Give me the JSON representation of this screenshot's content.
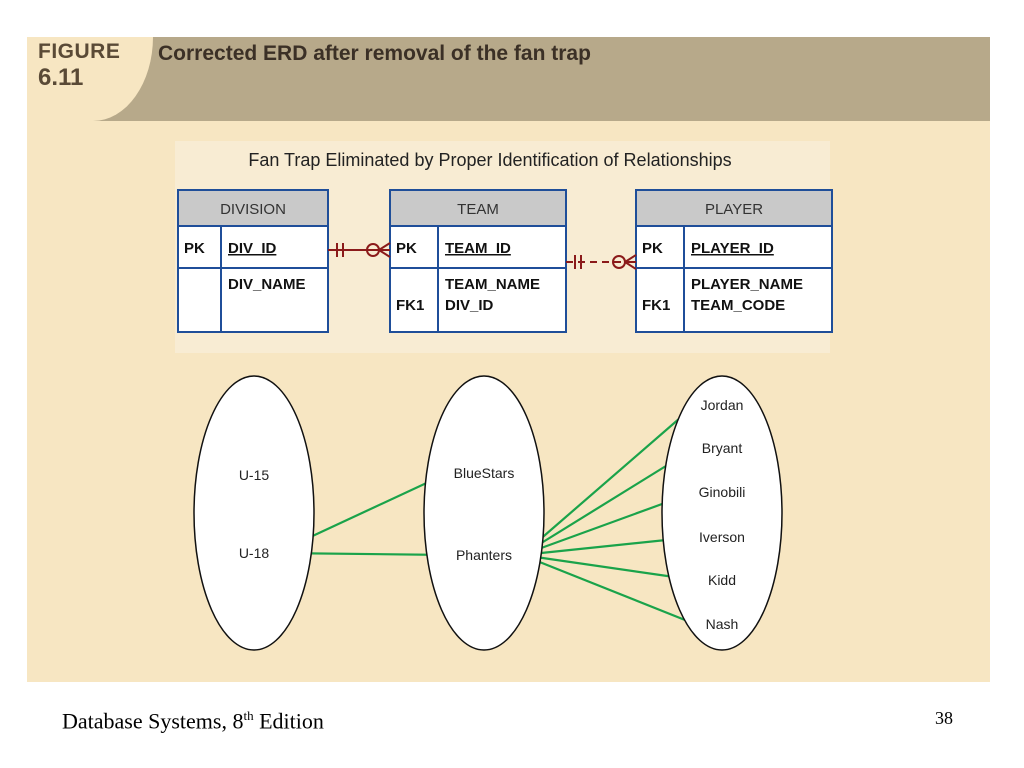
{
  "figure": {
    "label": "FIGURE",
    "number": "6.11",
    "title": "Corrected ERD after removal of the fan trap"
  },
  "diagram": {
    "title": "Fan Trap Eliminated by Proper Identification of Relationships",
    "entities": [
      {
        "name": "DIVISION",
        "rows": [
          {
            "key": "PK",
            "fields": [
              "DIV_ID"
            ],
            "underline": true
          },
          {
            "key": "",
            "fields": [
              "DIV_NAME"
            ],
            "underline": false
          }
        ]
      },
      {
        "name": "TEAM",
        "rows": [
          {
            "key": "PK",
            "fields": [
              "TEAM_ID"
            ],
            "underline": true
          },
          {
            "key": "FK1",
            "fields": [
              "TEAM_NAME",
              "DIV_ID"
            ],
            "underline": false
          }
        ]
      },
      {
        "name": "PLAYER",
        "rows": [
          {
            "key": "PK",
            "fields": [
              "PLAYER_ID"
            ],
            "underline": true
          },
          {
            "key": "FK1",
            "fields": [
              "PLAYER_NAME",
              "TEAM_CODE"
            ],
            "underline": false
          }
        ]
      }
    ],
    "sets": [
      {
        "items": [
          "U-15",
          "U-18"
        ]
      },
      {
        "items": [
          "BlueStars",
          "Phanters"
        ]
      },
      {
        "items": [
          "Jordan",
          "Bryant",
          "Ginobili",
          "Iverson",
          "Kidd",
          "Nash"
        ]
      }
    ],
    "links": [
      [
        "U-18",
        "BlueStars"
      ],
      [
        "U-18",
        "Phanters"
      ],
      [
        "Phanters",
        "Jordan"
      ],
      [
        "Phanters",
        "Bryant"
      ],
      [
        "Phanters",
        "Ginobili"
      ],
      [
        "Phanters",
        "Iverson"
      ],
      [
        "Phanters",
        "Kidd"
      ],
      [
        "Phanters",
        "Nash"
      ]
    ],
    "colors": {
      "entity_border": "#1f4e99",
      "entity_header": "#c9c9c9",
      "relationship": "#8b1a1a",
      "link": "#1aa34a"
    }
  },
  "footer": {
    "book": "Database Systems, 8",
    "sup": "th",
    "edition": " Edition",
    "page": "38"
  }
}
